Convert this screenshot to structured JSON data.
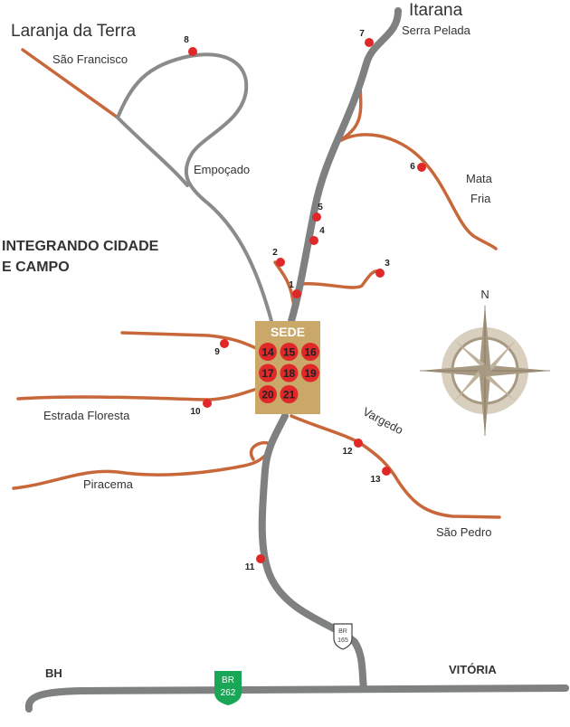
{
  "places": {
    "laranja": "Laranja da Terra",
    "itarana": "Itarana",
    "serra_pelada": "Serra Pelada",
    "sao_francisco": "São Francisco",
    "empocado": "Empoçado",
    "mata": "Mata",
    "fria": "Fria",
    "estrada_floresta": "Estrada Floresta",
    "piracema": "Piracema",
    "vargedo": "Vargedo",
    "sao_pedro": "São Pedro",
    "bh": "BH",
    "vitoria": "VITÓRIA"
  },
  "title": {
    "line1": "INTEGRANDO CIDADE",
    "line2": "E CAMPO"
  },
  "sede": {
    "label": "SEDE",
    "points": [
      "14",
      "15",
      "16",
      "17",
      "18",
      "19",
      "20",
      "21"
    ]
  },
  "points": [
    "1",
    "2",
    "3",
    "4",
    "5",
    "6",
    "7",
    "8",
    "9",
    "10",
    "11",
    "12",
    "13"
  ],
  "compass": {
    "north": "N"
  },
  "shields": {
    "br165": {
      "prefix": "BR",
      "number": "165"
    },
    "br262": {
      "prefix": "BR",
      "number": "262"
    }
  },
  "colors": {
    "road": "#7f8080",
    "local_road": "#c8683a",
    "point": "#e02828",
    "sede": "#c9a86a",
    "br262": "#1aa657"
  }
}
